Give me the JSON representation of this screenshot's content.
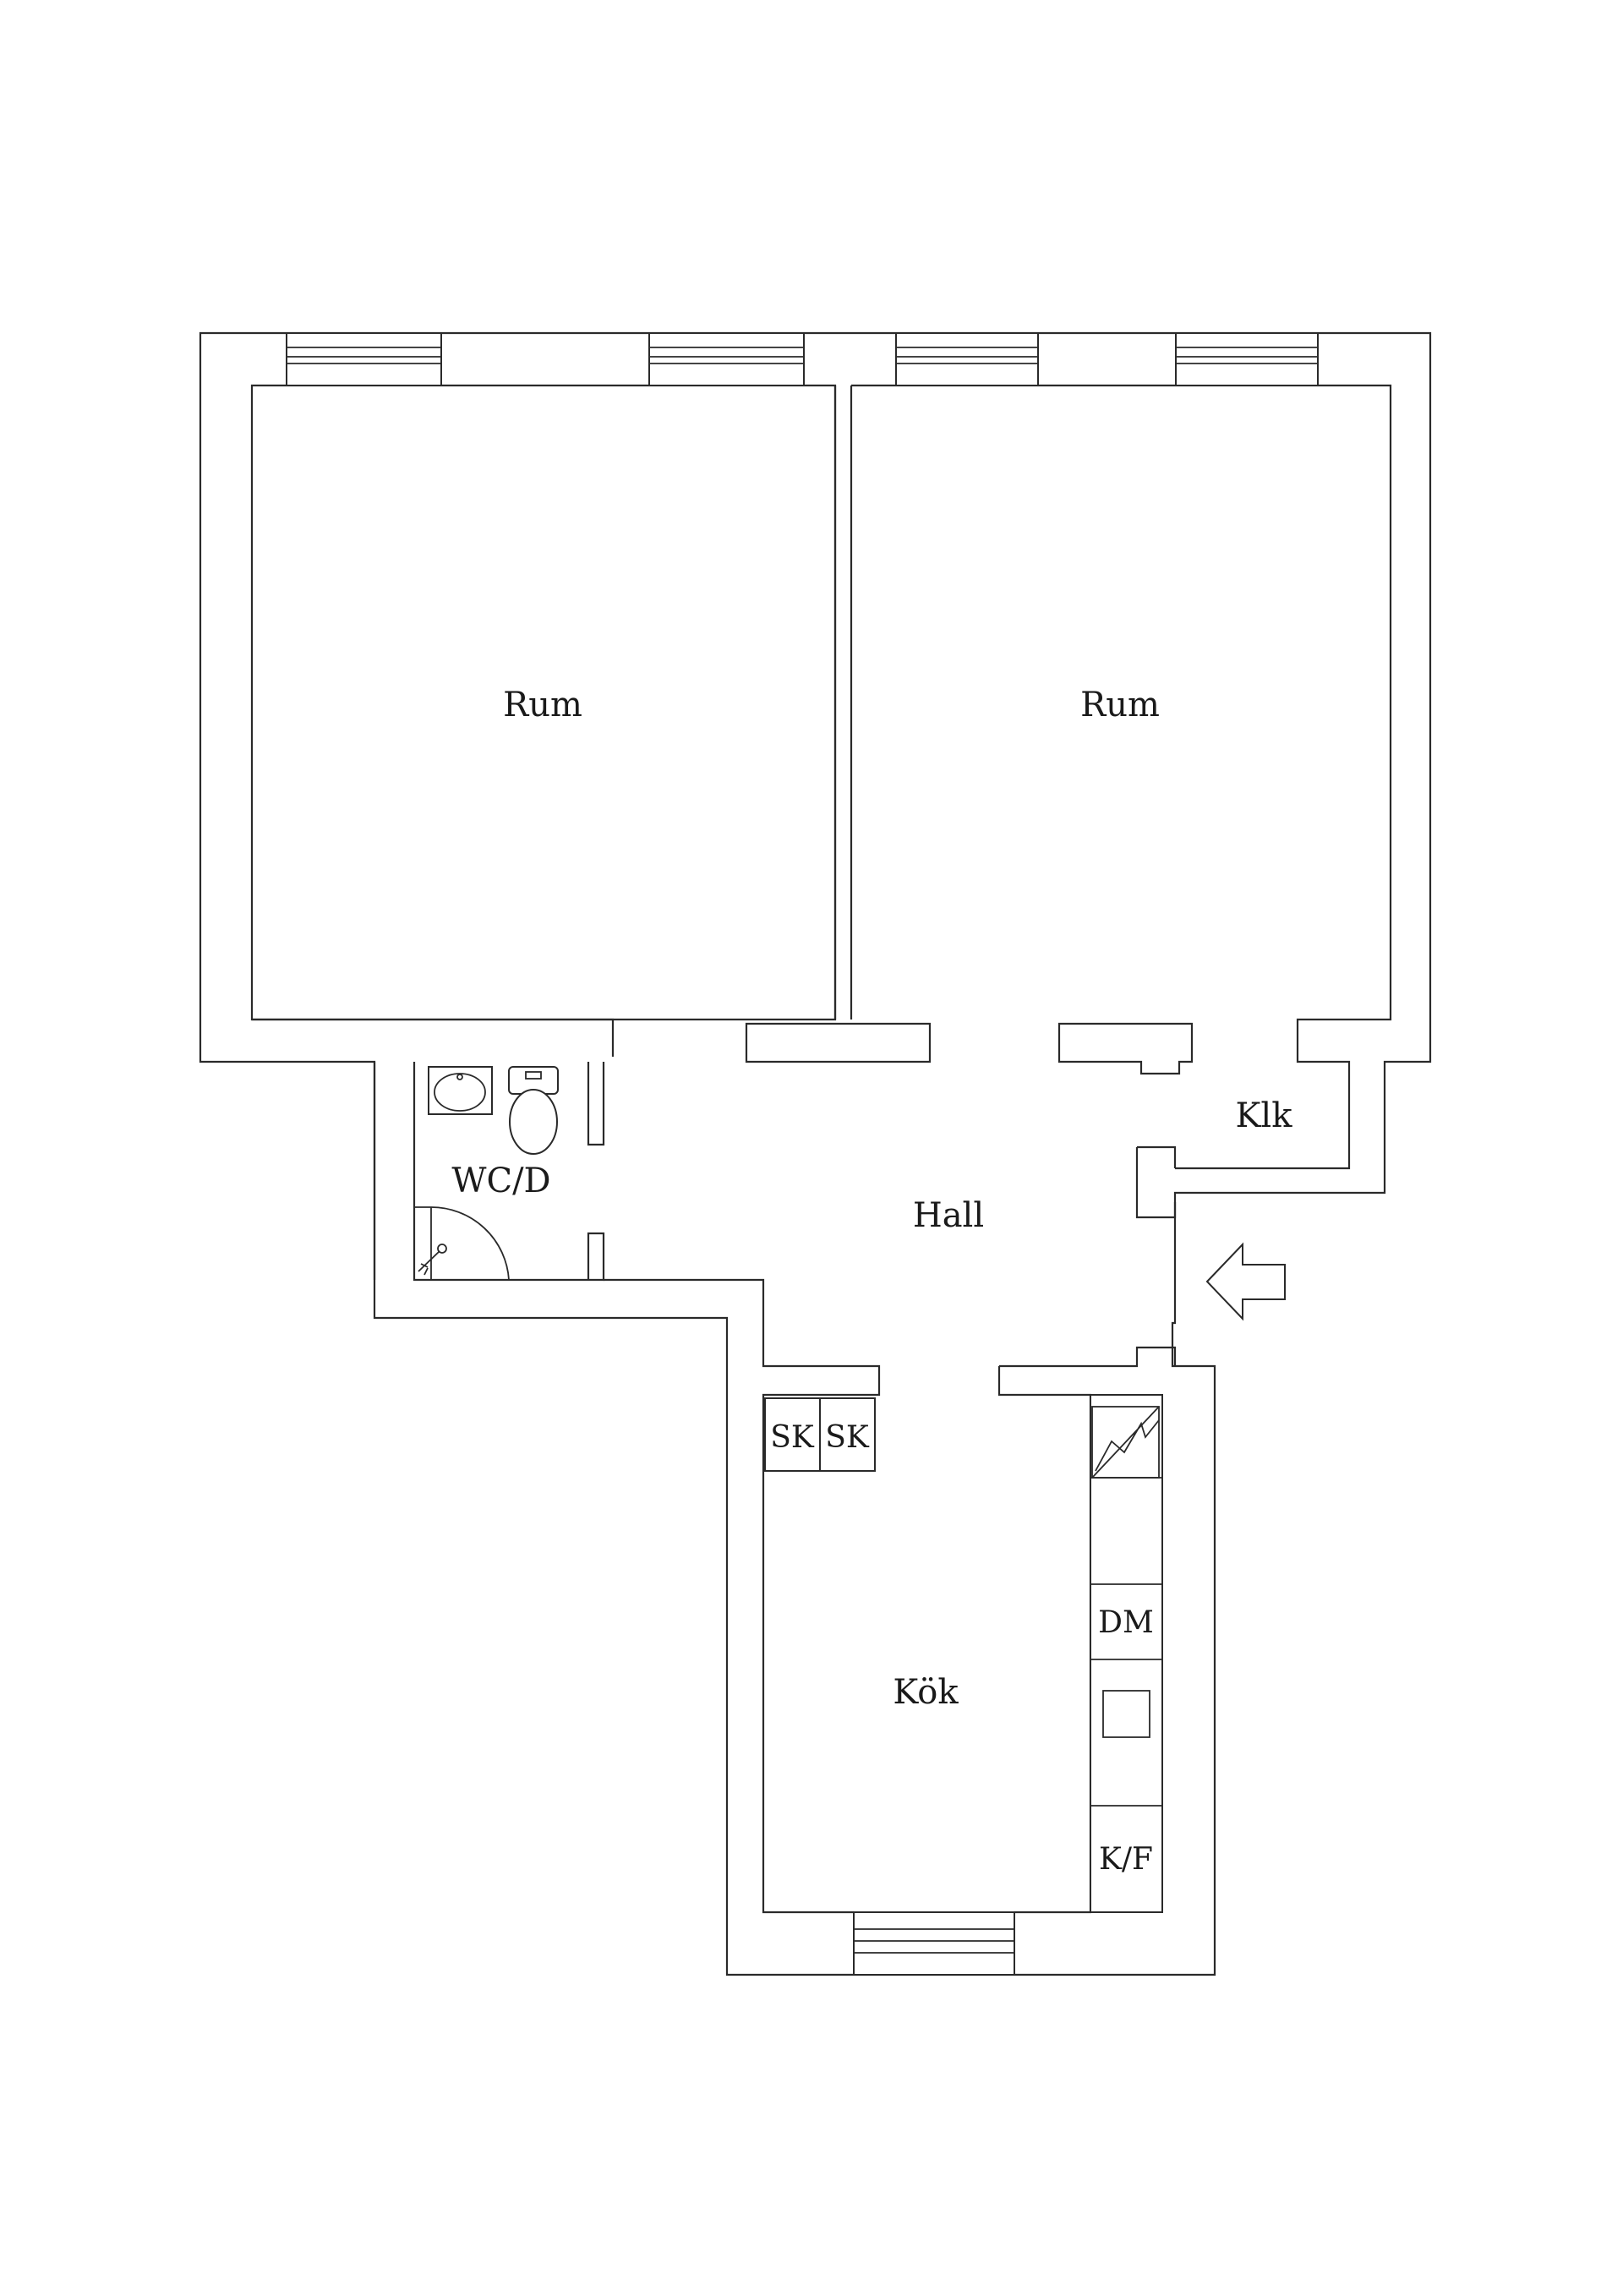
{
  "rooms": {
    "rum_left": "Rum",
    "rum_right": "Rum",
    "klk": "Klk",
    "wc": "WC/D",
    "hall": "Hall",
    "kok": "Kök"
  },
  "fixtures": {
    "sk1": "SK",
    "sk2": "SK",
    "dm": "DM",
    "kf": "K/F"
  },
  "icons": {
    "entrance": "entrance-arrow-icon",
    "sink": "sink-icon",
    "toilet": "toilet-icon",
    "shower": "shower-icon",
    "stove": "stove-icon"
  },
  "colors": {
    "line": "#2a2a2a",
    "background": "#ffffff"
  }
}
